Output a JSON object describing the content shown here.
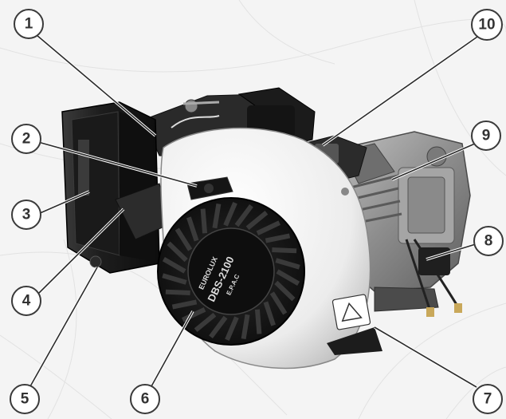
{
  "callouts": [
    {
      "id": "1",
      "label": "1"
    },
    {
      "id": "2",
      "label": "2"
    },
    {
      "id": "3",
      "label": "3"
    },
    {
      "id": "4",
      "label": "4"
    },
    {
      "id": "5",
      "label": "5"
    },
    {
      "id": "6",
      "label": "6"
    },
    {
      "id": "7",
      "label": "7"
    },
    {
      "id": "8",
      "label": "8"
    },
    {
      "id": "9",
      "label": "9"
    },
    {
      "id": "10",
      "label": "10"
    }
  ],
  "starter_cover": {
    "brand": "EUROLUX",
    "model": "DBS-2100",
    "extra": "E.P.A.C"
  },
  "colors": {
    "callout_stroke": "#3a3a3a",
    "callout_text": "#333333",
    "engine_shroud": "#f0f0f0",
    "engine_dark": "#1c1c1c",
    "metal": "#9a9a9a"
  }
}
